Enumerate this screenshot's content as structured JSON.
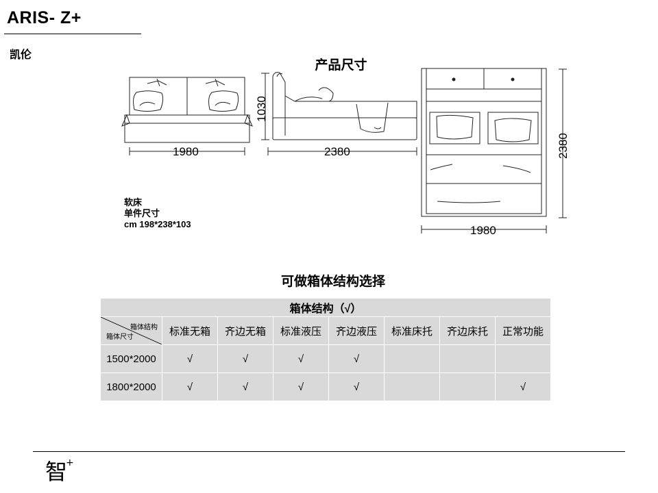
{
  "header": {
    "model": "ARIS- Z+",
    "model_cn": "凯伦"
  },
  "drawing": {
    "heading": "产品尺寸",
    "front_width": "1980",
    "side_height": "1030",
    "side_length": "2380",
    "top_length": "2380",
    "top_width": "1980"
  },
  "spec": {
    "line1": "软床",
    "line2": "单件尺寸",
    "line3": "cm 198*238*103"
  },
  "options": {
    "heading": "可做箱体结构选择",
    "table_title": "箱体结构（√）",
    "corner_top": "箱体结构",
    "corner_bottom": "箱体尺寸",
    "columns": [
      "标准无箱",
      "齐边无箱",
      "标准液压",
      "齐边液压",
      "标准床托",
      "齐边床托",
      "正常功能"
    ],
    "rows": [
      {
        "size": "1500*2000",
        "marks": [
          "√",
          "√",
          "√",
          "√",
          "",
          "",
          ""
        ]
      },
      {
        "size": "1800*2000",
        "marks": [
          "√",
          "√",
          "√",
          "√",
          "",
          "",
          "√"
        ]
      }
    ]
  },
  "footer": {
    "logo_char": "智",
    "logo_sup": "+"
  }
}
